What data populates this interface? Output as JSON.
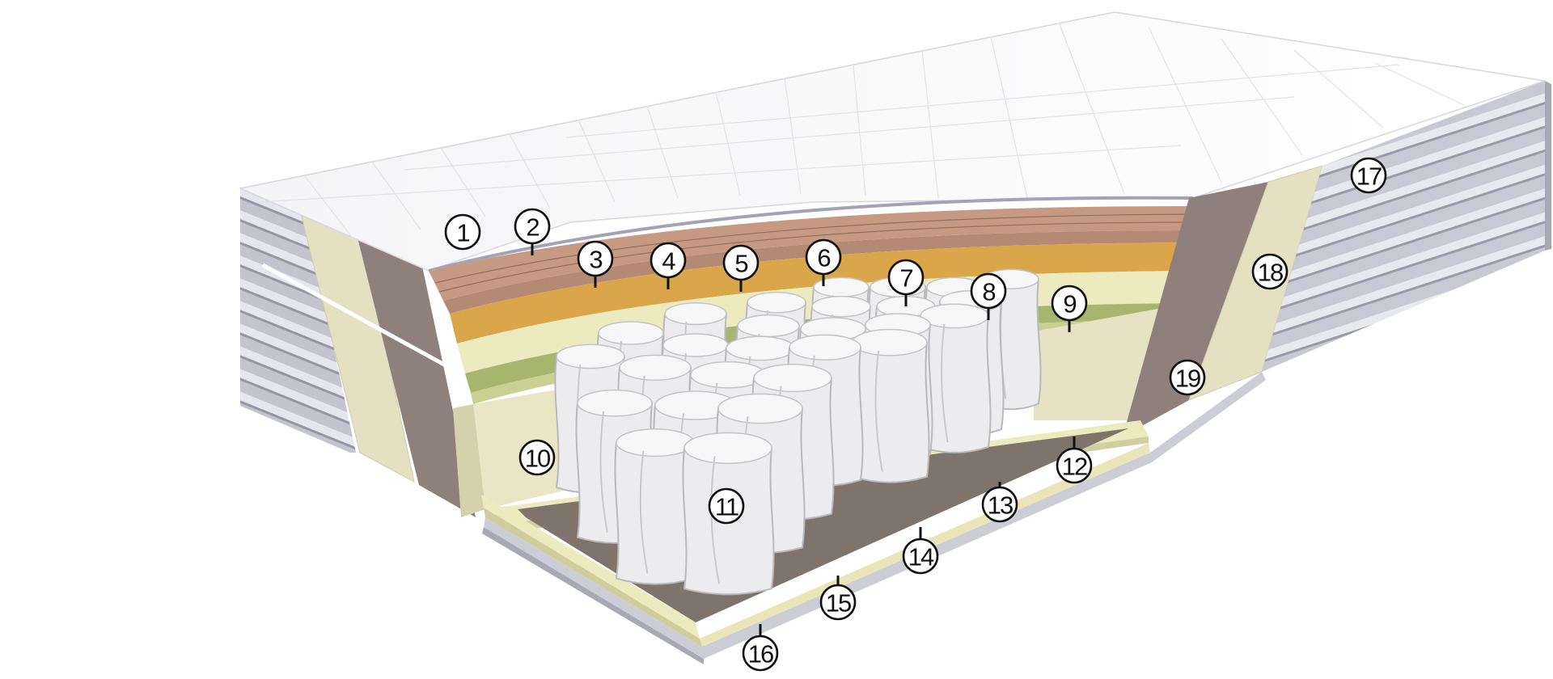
{
  "figure": {
    "watermark": "",
    "callouts": [
      {
        "id": "1",
        "label": "1"
      },
      {
        "id": "2",
        "label": "2"
      },
      {
        "id": "3",
        "label": "3"
      },
      {
        "id": "4",
        "label": "4"
      },
      {
        "id": "5",
        "label": "5"
      },
      {
        "id": "6",
        "label": "6"
      },
      {
        "id": "7",
        "label": "7"
      },
      {
        "id": "8",
        "label": "8"
      },
      {
        "id": "9",
        "label": "9"
      },
      {
        "id": "10",
        "label": "10"
      },
      {
        "id": "11",
        "label": "11"
      },
      {
        "id": "12",
        "label": "12"
      },
      {
        "id": "13",
        "label": "13"
      },
      {
        "id": "14",
        "label": "14"
      },
      {
        "id": "15",
        "label": "15"
      },
      {
        "id": "16",
        "label": "16"
      },
      {
        "id": "17",
        "label": "17"
      },
      {
        "id": "18",
        "label": "18"
      },
      {
        "id": "19",
        "label": "19"
      }
    ]
  },
  "colors": {
    "top_cover": "#fbfbfc",
    "quilt_side": "#c9c9d2",
    "brown_layer": "#c69a82",
    "orange_layer": "#d9a64a",
    "cream_layer": "#ecebbf",
    "green_layer": "#a8b56f",
    "foam_side": "#e8e6c4",
    "taupe_band": "#8f807c",
    "bottom_board": "#7f746c"
  }
}
